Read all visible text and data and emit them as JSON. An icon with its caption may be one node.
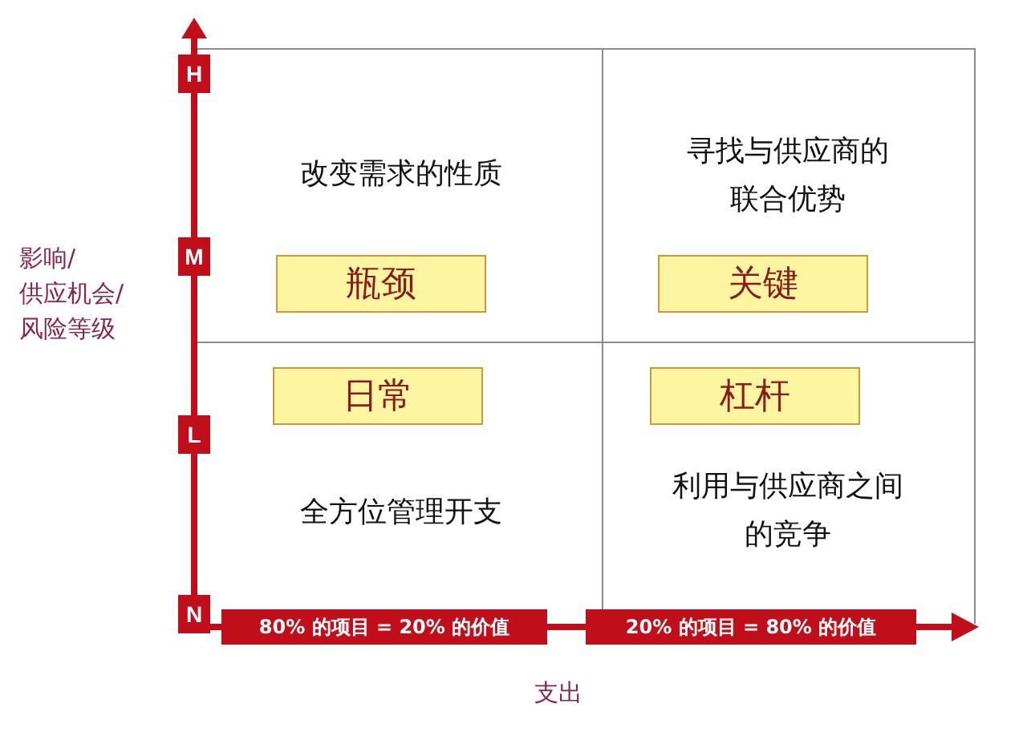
{
  "diagram": {
    "nodes": [
      {
        "text": [
          "改变需求的性质"
        ]
      },
      {
        "text": [
          "瓶颈"
        ],
        "in": 0
      },
      {
        "text": [
          "寻找与供应商的联合优势"
        ]
      },
      {
        "text": [
          "关键"
        ],
        "in": 2
      },
      {
        "text": [
          "全方位管理开支"
        ]
      },
      {
        "text": [
          "日常"
        ],
        "in": 4
      },
      {
        "text": [
          "利用与供应商之间的竞争"
        ]
      },
      {
        "text": [
          "杠杆"
        ],
        "in": 6
      }
    ],
    "labels": [
      "H",
      "M",
      "L",
      "N",
      "影响/供应机会/风险等级",
      "80% 的项目 = 20% 的价值",
      "20% 的项目 = 80% 的价值",
      "支出"
    ]
  }
}
